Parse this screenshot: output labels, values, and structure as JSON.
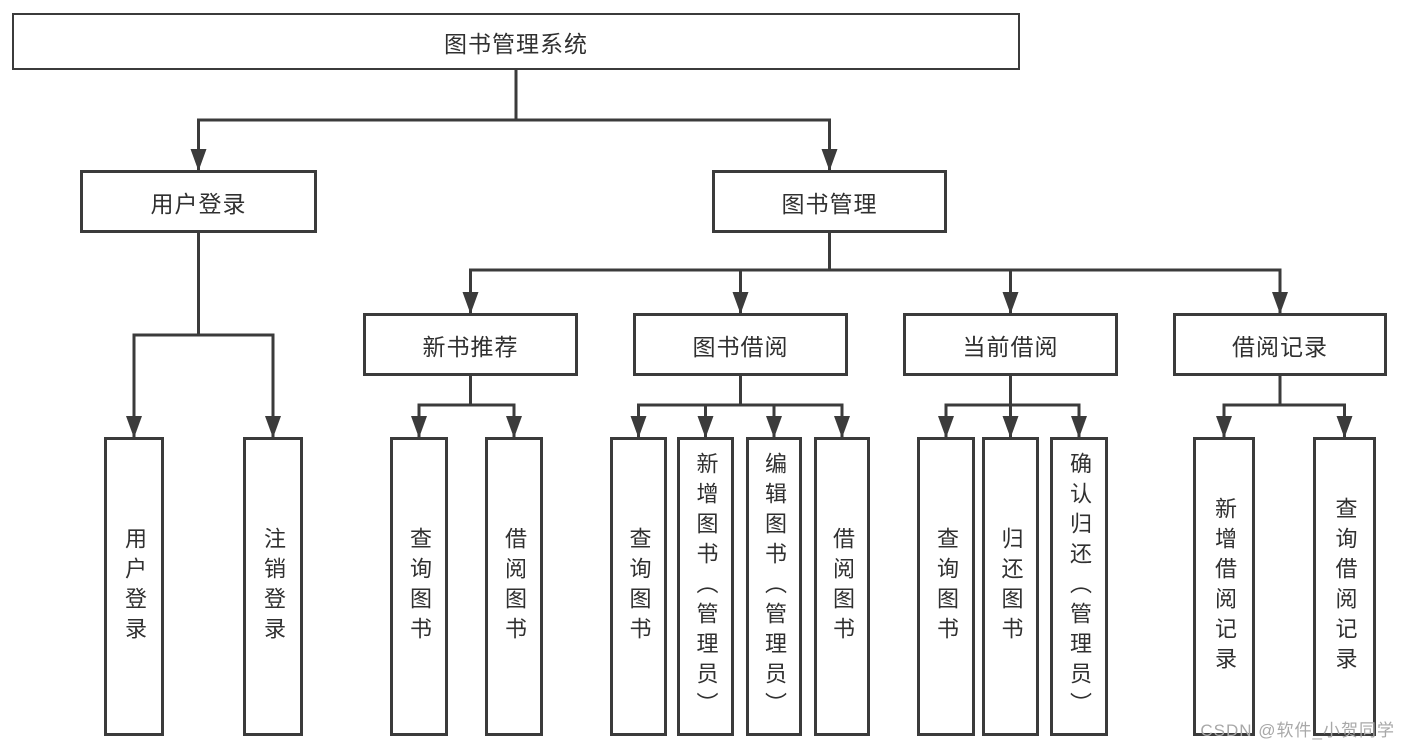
{
  "diagram": {
    "root": {
      "label": "图书管理系统"
    },
    "level2": {
      "user_login": {
        "label": "用户登录",
        "children": [
          "用户登录",
          "注销登录"
        ]
      },
      "book_management": {
        "label": "图书管理"
      }
    },
    "level3": {
      "new_book_recommendation": {
        "label": "新书推荐",
        "children": [
          "查询图书",
          "借阅图书"
        ]
      },
      "book_borrowing": {
        "label": "图书借阅",
        "children": [
          "查询图书",
          "新增图书（管理员）",
          "编辑图书（管理员）",
          "借阅图书"
        ]
      },
      "current_borrowing": {
        "label": "当前借阅",
        "children": [
          "查询图书",
          "归还图书",
          "确认归还（管理员）"
        ]
      },
      "borrowing_records": {
        "label": "借阅记录",
        "children": [
          "新增借阅记录",
          "查询借阅记录"
        ]
      }
    }
  },
  "watermark": {
    "text": "CSDN @软件_小贺同学"
  },
  "colors": {
    "line": "#3b3b3b",
    "text": "#303030",
    "watermark": "#a8a8a8",
    "background": "#ffffff"
  }
}
